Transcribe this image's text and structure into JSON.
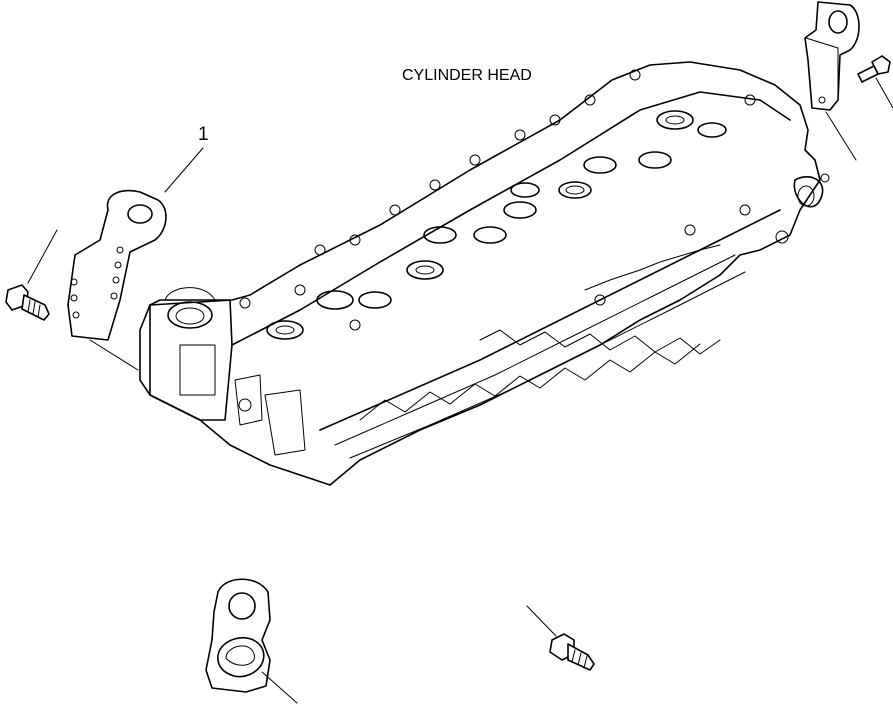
{
  "diagram": {
    "title": "CYLINDER HEAD",
    "callouts": [
      {
        "id": "1",
        "text": "1"
      }
    ]
  },
  "colors": {
    "ink": "#000000",
    "background": "#ffffff"
  },
  "parts": [
    {
      "name": "cylinder-head",
      "icon": "cylinder-head-icon"
    },
    {
      "name": "lifting-bracket-front",
      "icon": "bracket-icon"
    },
    {
      "name": "lifting-bracket-rear",
      "icon": "bracket-icon"
    },
    {
      "name": "lifting-bracket-lower",
      "icon": "bracket-icon"
    },
    {
      "name": "bolt",
      "icon": "bolt-icon"
    }
  ]
}
